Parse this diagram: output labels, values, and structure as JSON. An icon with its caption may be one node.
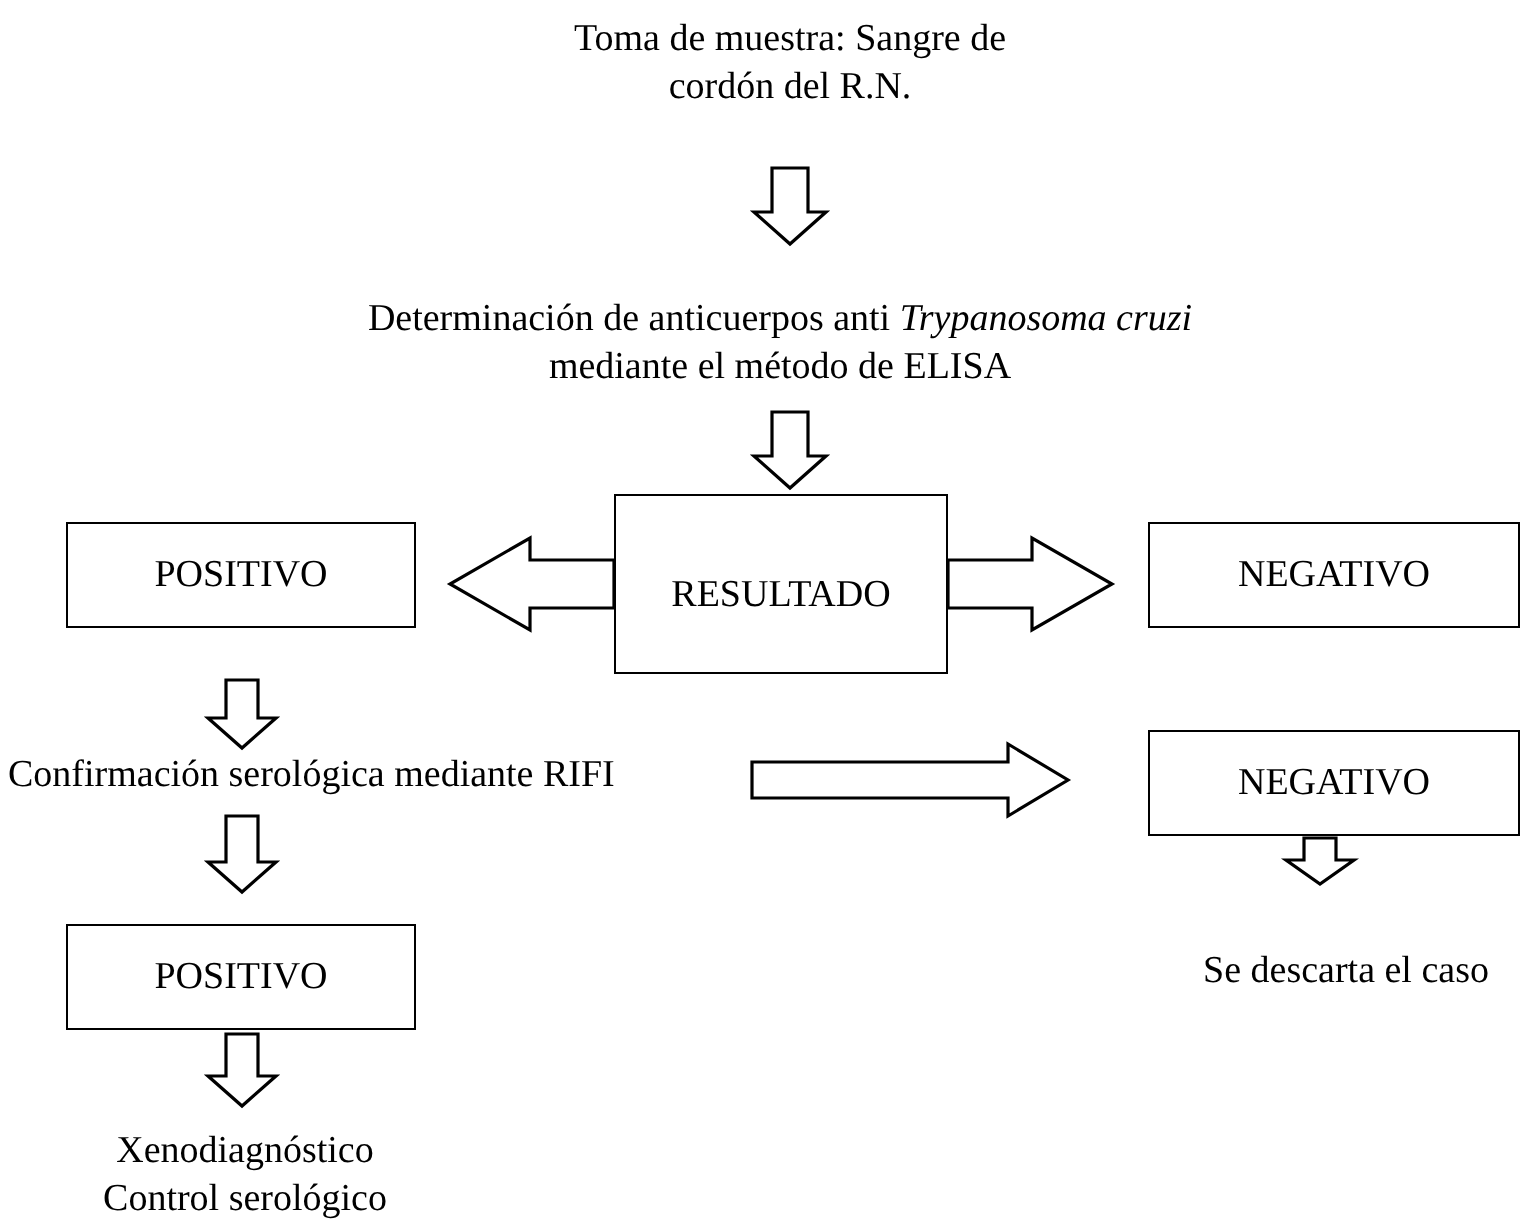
{
  "diagram": {
    "nodes": [
      {
        "text": [
          "Toma de muestra:  Sangre de cordón del R.N."
        ]
      },
      {
        "text": [
          "Determinación de anticuerpos  anti *Trypanosoma cruzi* mediante el método de ELISA"
        ]
      },
      {
        "text": [
          "RESULTADO"
        ]
      },
      {
        "text": [
          "POSITIVO"
        ]
      },
      {
        "text": [
          "NEGATIVO"
        ]
      },
      {
        "text": [
          "Confirmación serológica mediante RIFI"
        ]
      },
      {
        "text": [
          "NEGATIVO"
        ]
      },
      {
        "text": [
          "POSITIVO"
        ]
      },
      {
        "text": [
          "Se descarta el caso"
        ]
      },
      {
        "text": [
          "Xenodiagnóstico",
          "Control serológico"
        ]
      }
    ],
    "edges": [
      {
        "from": 0,
        "to": 1,
        "arrow": "to"
      },
      {
        "from": 1,
        "to": 2,
        "arrow": "to"
      },
      {
        "from": 2,
        "to": 3,
        "arrow": "to"
      },
      {
        "from": 2,
        "to": 4,
        "arrow": "to"
      },
      {
        "from": 3,
        "to": 5,
        "arrow": "to"
      },
      {
        "from": 5,
        "to": 6,
        "arrow": "to"
      },
      {
        "from": 5,
        "to": 7,
        "arrow": "to"
      },
      {
        "from": 6,
        "to": 8,
        "arrow": "to"
      },
      {
        "from": 7,
        "to": 9,
        "arrow": "to"
      }
    ]
  }
}
